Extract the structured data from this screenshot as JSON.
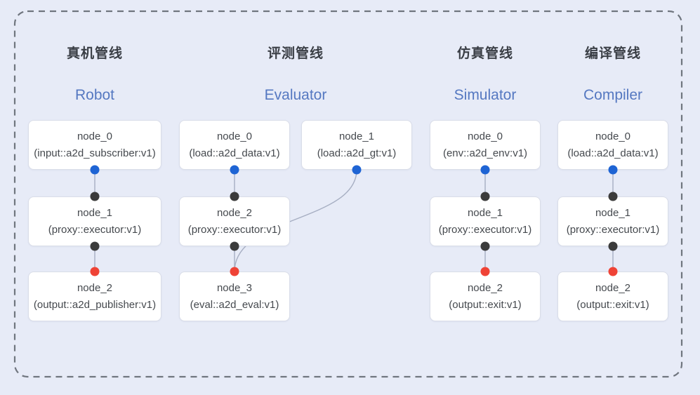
{
  "diagram": {
    "kind": "pipeline-node-graph",
    "colors": {
      "background": "#e7ebf7",
      "dashed_border": "#70767f",
      "box_fill": "#ffffff",
      "box_border": "#d9dde8",
      "edge": "#a6aec2",
      "source_port": "#1e64d4",
      "pass_port": "#3b3b3b",
      "sink_port": "#ef4336",
      "title_text": "#3a3e45",
      "subtitle_text": "#5578c1",
      "node_text": "#45494e"
    },
    "pipelines": [
      {
        "title": "真机管线",
        "subtitle": "Robot",
        "nodes": [
          {
            "name": "node_0",
            "type": "(input::a2d_subscriber:v1)"
          },
          {
            "name": "node_1",
            "type": "(proxy::executor:v1)"
          },
          {
            "name": "node_2",
            "type": "(output::a2d_publisher:v1)"
          }
        ],
        "edges": [
          "node_0 -> node_1",
          "node_1 -> node_2"
        ]
      },
      {
        "title": "评测管线",
        "subtitle": "Evaluator",
        "nodes": [
          {
            "name": "node_0",
            "type": "(load::a2d_data:v1)"
          },
          {
            "name": "node_1",
            "type": "(load::a2d_gt:v1)"
          },
          {
            "name": "node_2",
            "type": "(proxy::executor:v1)"
          },
          {
            "name": "node_3",
            "type": "(eval::a2d_eval:v1)"
          }
        ],
        "edges": [
          "node_0 -> node_2",
          "node_2 -> node_3",
          "node_1 -> node_3"
        ]
      },
      {
        "title": "仿真管线",
        "subtitle": "Simulator",
        "nodes": [
          {
            "name": "node_0",
            "type": "(env::a2d_env:v1)"
          },
          {
            "name": "node_1",
            "type": "(proxy::executor:v1)"
          },
          {
            "name": "node_2",
            "type": "(output::exit:v1)"
          }
        ],
        "edges": [
          "node_0 -> node_1",
          "node_1 -> node_2"
        ]
      },
      {
        "title": "编译管线",
        "subtitle": "Compiler",
        "nodes": [
          {
            "name": "node_0",
            "type": "(load::a2d_data:v1)"
          },
          {
            "name": "node_1",
            "type": "(proxy::executor:v1)"
          },
          {
            "name": "node_2",
            "type": "(output::exit:v1)"
          }
        ],
        "edges": [
          "node_0 -> node_1",
          "node_1 -> node_2"
        ]
      }
    ]
  }
}
